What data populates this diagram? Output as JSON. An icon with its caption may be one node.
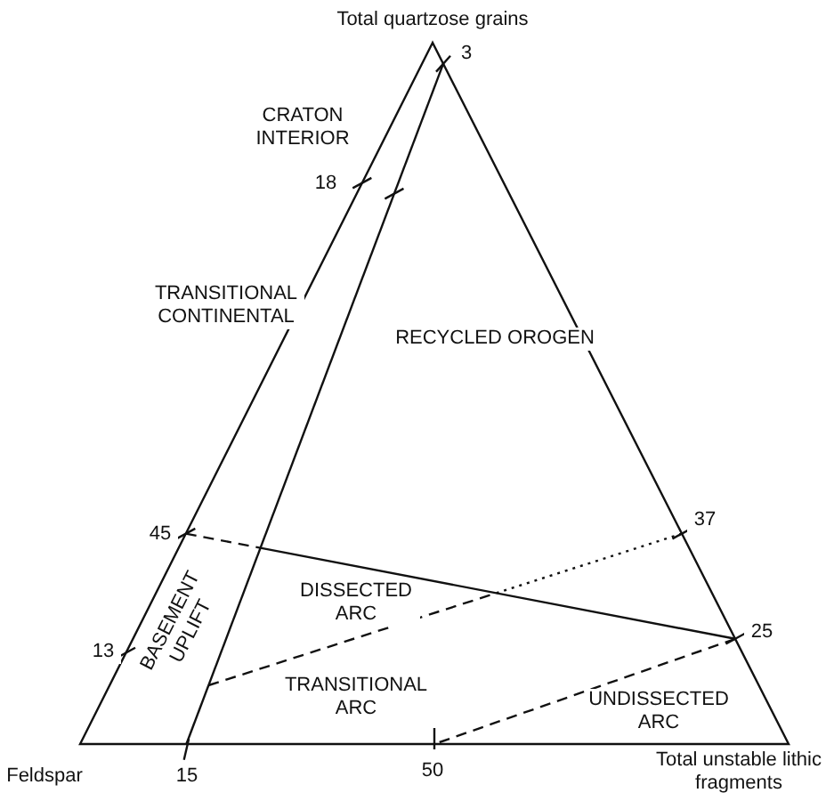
{
  "diagram": {
    "labels": [
      "Total quartzose grains",
      "3",
      "CRATON INTERIOR",
      "18",
      "TRANSITIONAL CONTINENTAL",
      "RECYCLED OROGEN",
      "45",
      "37",
      "DISSECTED ARC",
      "25",
      "BASEMENT UPLIFT",
      "13",
      "TRANSITIONAL ARC",
      "UNDISSECTED ARC",
      "Feldspar",
      "15",
      "50",
      "Total unstable lithic fragments"
    ]
  }
}
